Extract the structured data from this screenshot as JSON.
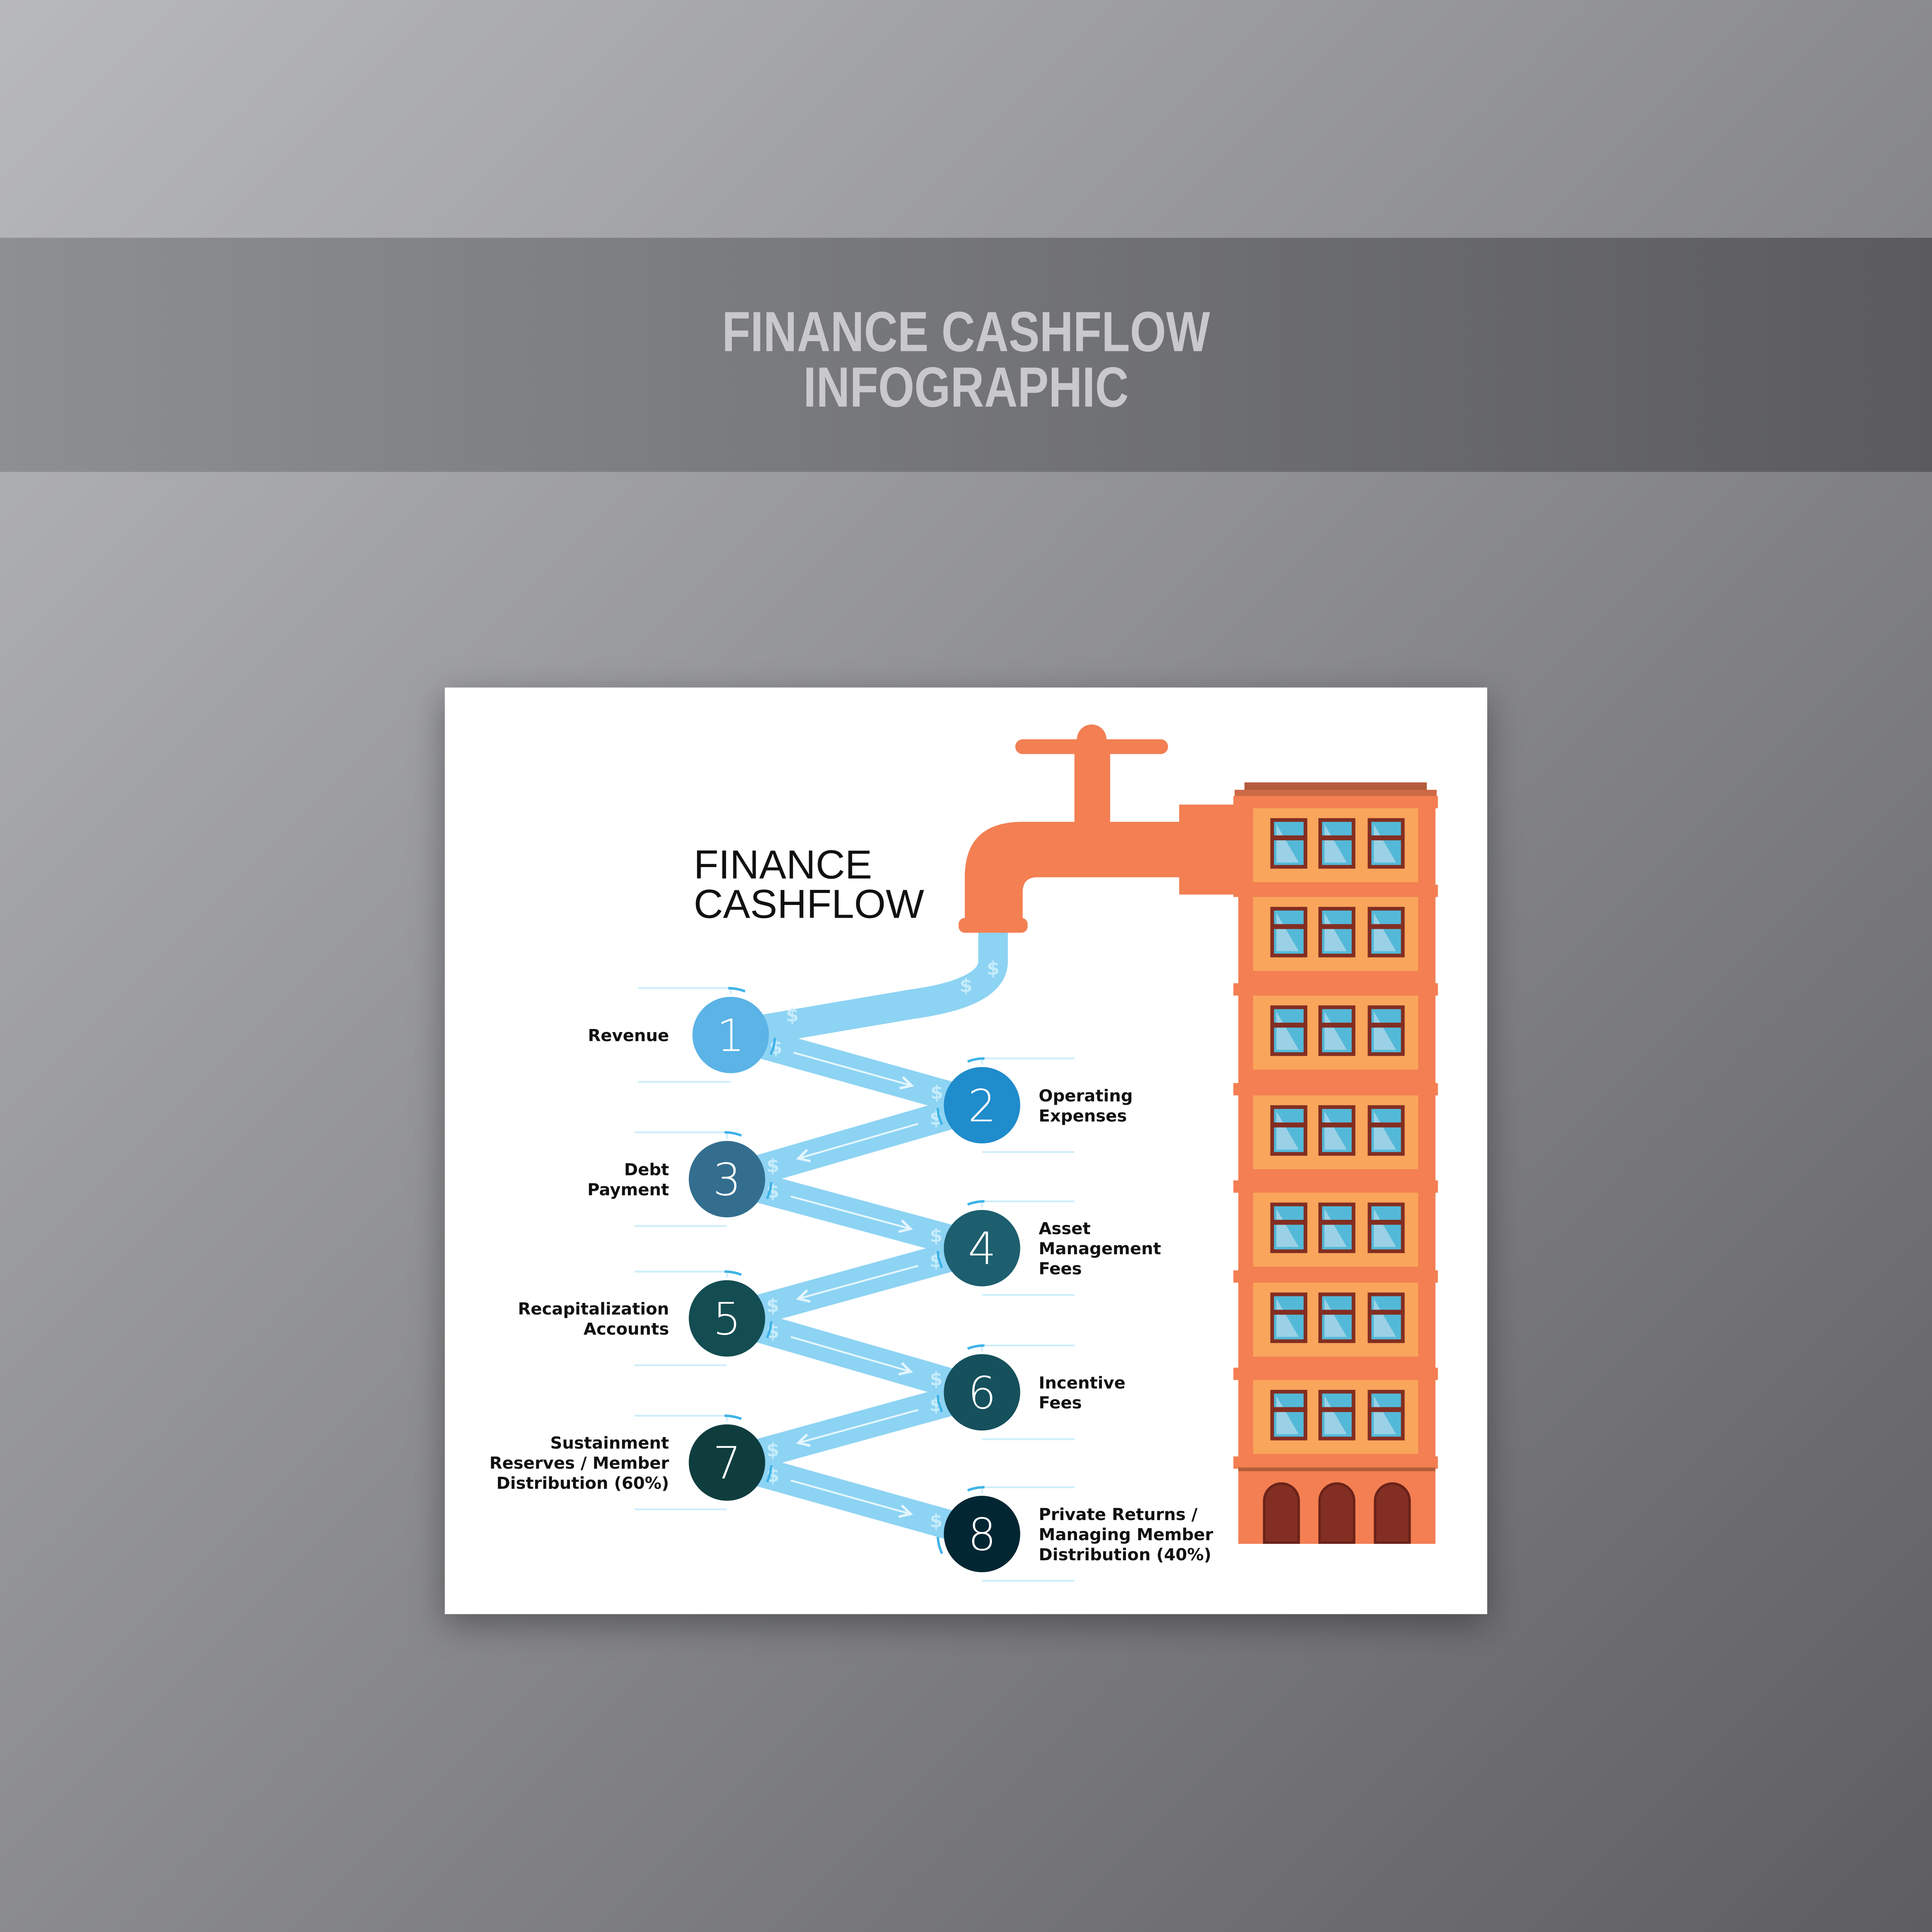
{
  "banner": {
    "title_line1": "FINANCE CASHFLOW",
    "title_line2": "INFOGRAPHIC"
  },
  "card": {
    "title_line1": "FINANCE",
    "title_line2": "CASHFLOW"
  },
  "colors": {
    "stream": "#8dd3f3",
    "faucet": "#f37f52",
    "building": "#f37f52",
    "building_inner": "#f9a55b",
    "window_frame": "#832e22",
    "window_glass": "#54b9d8"
  },
  "steps": [
    {
      "number": "1",
      "label": [
        "Revenue"
      ],
      "color": "#5bb3e6"
    },
    {
      "number": "2",
      "label": [
        "Operating",
        "Expenses"
      ],
      "color": "#1f8ccc"
    },
    {
      "number": "3",
      "label": [
        "Debt",
        "Payment"
      ],
      "color": "#336e8f"
    },
    {
      "number": "4",
      "label": [
        "Asset",
        "Management",
        "Fees"
      ],
      "color": "#1d5f6e"
    },
    {
      "number": "5",
      "label": [
        "Recapitalization",
        "Accounts"
      ],
      "color": "#134d52"
    },
    {
      "number": "6",
      "label": [
        "Incentive",
        "Fees"
      ],
      "color": "#15505c"
    },
    {
      "number": "7",
      "label": [
        "Sustainment",
        "Reserves / Member",
        "Distribution (60%)"
      ],
      "color": "#0f3d3e"
    },
    {
      "number": "8",
      "label": [
        "Private Returns /",
        "Managing Member",
        "Distribution (40%)"
      ],
      "color": "#022733"
    }
  ],
  "icons": {
    "currency": "$",
    "faucet": "faucet-icon",
    "building": "building-icon"
  }
}
